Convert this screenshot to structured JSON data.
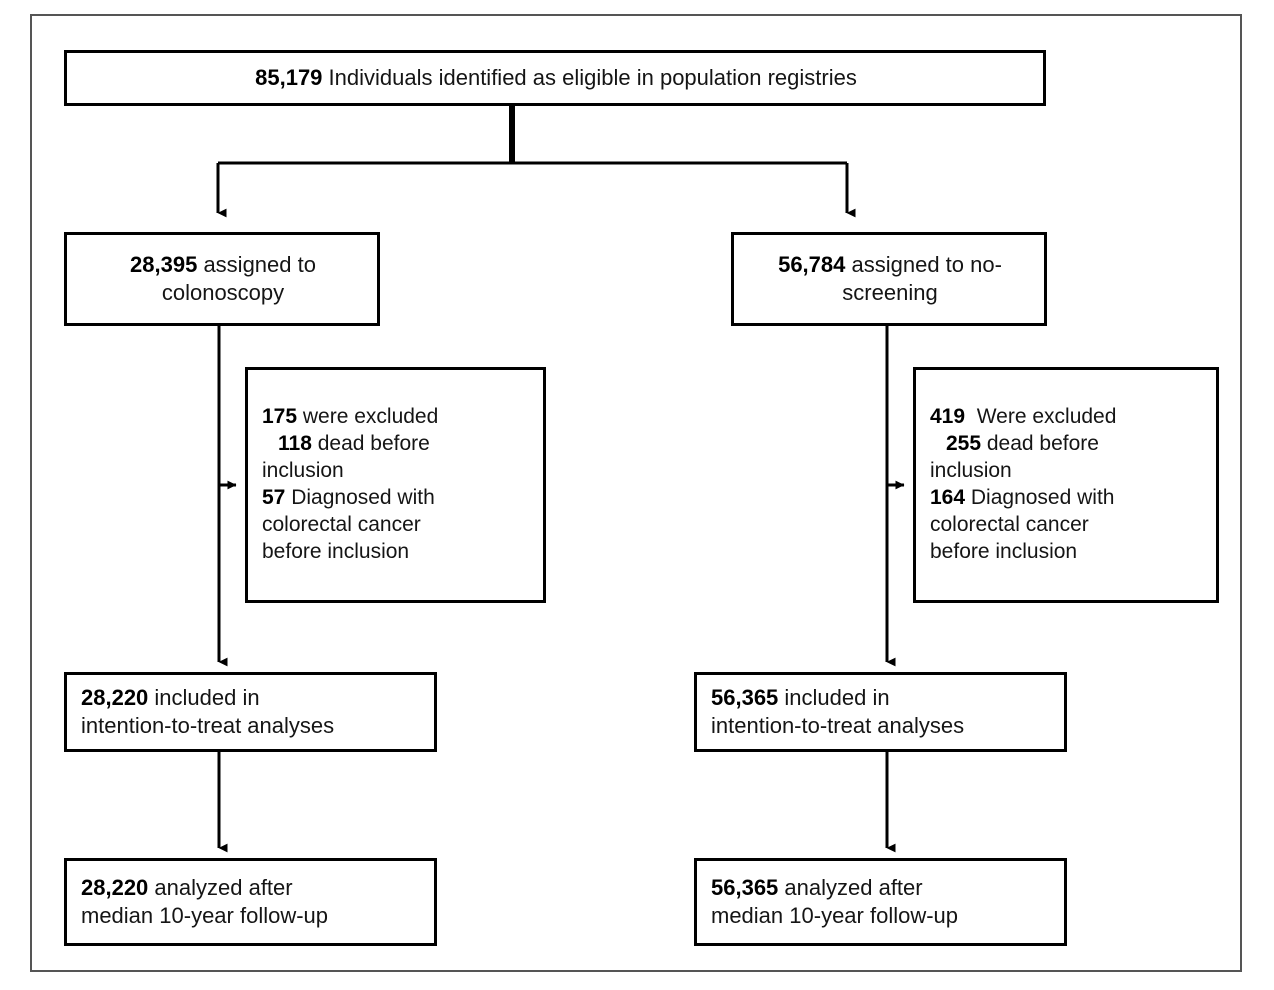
{
  "figure": {
    "type": "flow-diagram",
    "title": "Trial participant flow diagram",
    "colors": {
      "box_border": "#000000",
      "connector": "#000000",
      "frame": "#555555",
      "background": "#ffffff"
    }
  },
  "nodes": {
    "top": {
      "count": "85,179",
      "text": " Individuals identified as eligible in population registries"
    },
    "arm_left": {
      "count": "28,395",
      "line1_rest": " assigned to",
      "line2": "colonoscopy"
    },
    "arm_right": {
      "count": "56,784",
      "line1_rest": " assigned to no-",
      "line2": "screening"
    },
    "exclusions_left": {
      "l1_count": "175",
      "l1_text": " were excluded",
      "l2_count": "118",
      "l2_text": " dead before",
      "l3_text": "inclusion",
      "l4_count": "57",
      "l4_text": " Diagnosed with",
      "l5_text": "colorectal cancer",
      "l6_text": "before inclusion"
    },
    "exclusions_right": {
      "l1_count": "419",
      "l1_text": "  Were excluded",
      "l2_count": "255",
      "l2_text": " dead before",
      "l3_text": "inclusion",
      "l4_count": "164",
      "l4_text": " Diagnosed with",
      "l5_text": "colorectal cancer",
      "l6_text": "before inclusion"
    },
    "itt_left": {
      "count": "28,220",
      "line1_rest": " included in",
      "line2": "intention-to-treat analyses"
    },
    "itt_right": {
      "count": "56,365",
      "line1_rest": " included in",
      "line2": "intention-to-treat analyses"
    },
    "analyzed_left": {
      "count": "28,220",
      "line1_rest": " analyzed after",
      "line2": "median 10-year follow-up"
    },
    "analyzed_right": {
      "count": "56,365",
      "line1_rest": " analyzed after",
      "line2": "median 10-year follow-up"
    }
  },
  "chart_data": {
    "type": "flowchart",
    "title": "Participant flow: colonoscopy screening vs no-screening",
    "nodes": [
      {
        "id": "eligible",
        "label": "85,179 Individuals identified as eligible in population registries",
        "value": 85179
      },
      {
        "id": "assigned-colonoscopy",
        "label": "28,395 assigned to colonoscopy",
        "value": 28395
      },
      {
        "id": "assigned-no-screening",
        "label": "56,784 assigned to no-screening",
        "value": 56784
      },
      {
        "id": "excluded-colonoscopy",
        "label": "175 were excluded; 118 dead before inclusion; 57 Diagnosed with colorectal cancer before inclusion",
        "value": 175
      },
      {
        "id": "excluded-no-screening",
        "label": "419 Were excluded; 255 dead before inclusion; 164 Diagnosed with colorectal cancer before inclusion",
        "value": 419
      },
      {
        "id": "itt-colonoscopy",
        "label": "28,220 included in intention-to-treat analyses",
        "value": 28220
      },
      {
        "id": "itt-no-screening",
        "label": "56,365 included in intention-to-treat analyses",
        "value": 56365
      },
      {
        "id": "analyzed-colonoscopy",
        "label": "28,220 analyzed after median 10-year follow-up",
        "value": 28220
      },
      {
        "id": "analyzed-no-screening",
        "label": "56,365 analyzed after median 10-year follow-up",
        "value": 56365
      }
    ],
    "edges": [
      {
        "from": "eligible",
        "to": "assigned-colonoscopy"
      },
      {
        "from": "eligible",
        "to": "assigned-no-screening"
      },
      {
        "from": "assigned-colonoscopy",
        "to": "excluded-colonoscopy"
      },
      {
        "from": "assigned-colonoscopy",
        "to": "itt-colonoscopy"
      },
      {
        "from": "assigned-no-screening",
        "to": "excluded-no-screening"
      },
      {
        "from": "assigned-no-screening",
        "to": "itt-no-screening"
      },
      {
        "from": "itt-colonoscopy",
        "to": "analyzed-colonoscopy"
      },
      {
        "from": "itt-no-screening",
        "to": "analyzed-no-screening"
      }
    ]
  }
}
